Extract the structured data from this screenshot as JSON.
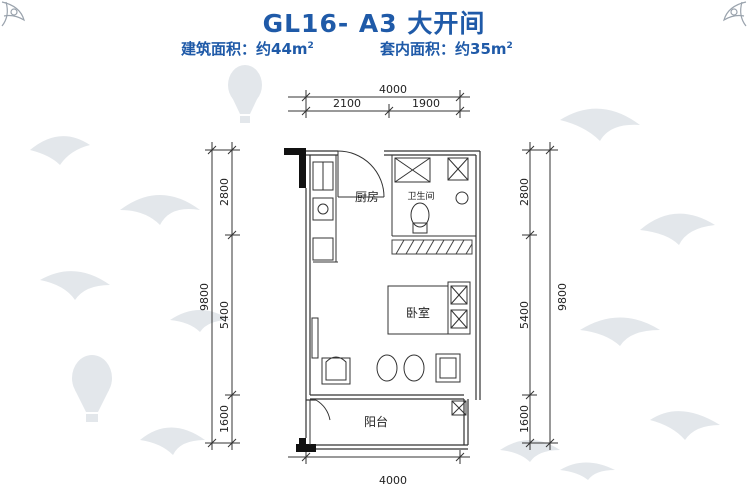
{
  "title": "GL16- A3  大开间",
  "areas": {
    "gross_label": "建筑面积：约44m",
    "net_label": "套内面积：约35m",
    "sup": "2"
  },
  "dimensions": {
    "top_total": "4000",
    "top_left": "2100",
    "top_right": "1900",
    "bottom_total": "4000",
    "left_total": "9800",
    "left_top": "2800",
    "left_middle": "5400",
    "left_bottom": "1600",
    "right_total": "9800",
    "right_top": "2800",
    "right_middle": "5400",
    "right_bottom": "1600"
  },
  "rooms": {
    "kitchen": "厨房",
    "bathroom": "卫生间",
    "bedroom": "卧室",
    "balcony": "阳台"
  },
  "colors": {
    "title": "#1f5aa8",
    "wall": "#111111",
    "line": "#333333",
    "decor": "#e2e6ea"
  },
  "icons": [
    "hot-air-balloon-icon",
    "bird-silhouette-icon",
    "corner-ornament-icon"
  ]
}
